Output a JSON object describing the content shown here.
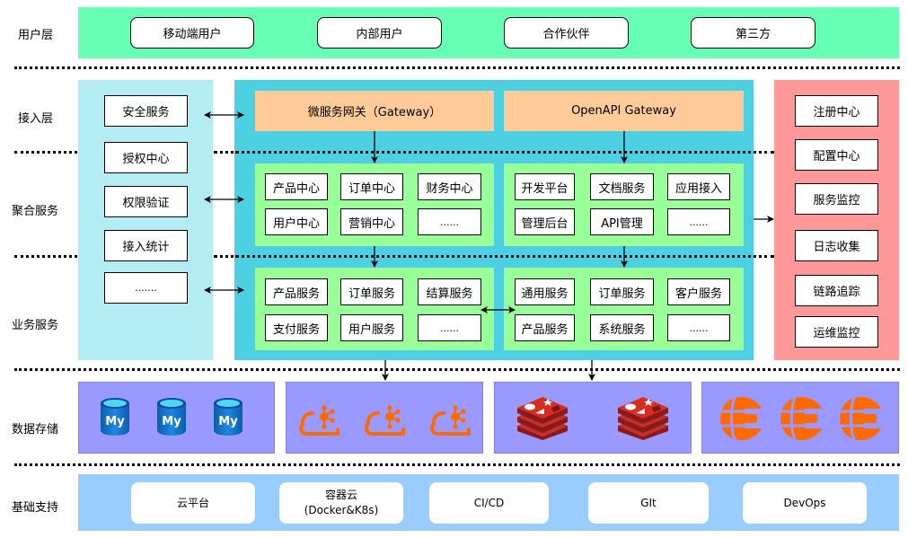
{
  "layers": {
    "user": "用户层",
    "access": "接入层",
    "aggregate": "聚合服务",
    "business": "业务服务",
    "storage": "数据存储",
    "infra": "基础支持"
  },
  "user_layer": {
    "items": [
      "移动端用户",
      "内部用户",
      "合作伙伴",
      "第三方"
    ]
  },
  "left_panel": {
    "items": [
      "安全服务",
      "授权中心",
      "权限验证",
      "接入统计",
      "......."
    ]
  },
  "gateways": {
    "micro": "微服务网关（Gateway）",
    "openapi": "OpenAPI Gateway"
  },
  "aggregate_left": {
    "items": [
      "产品中心",
      "订单中心",
      "财务中心",
      "用户中心",
      "营销中心",
      "......"
    ]
  },
  "aggregate_right": {
    "items": [
      "开发平台",
      "文档服务",
      "应用接入",
      "管理后台",
      "API管理",
      "......"
    ]
  },
  "business_left": {
    "items": [
      "产品服务",
      "订单服务",
      "结算服务",
      "支付服务",
      "用户服务",
      "......"
    ]
  },
  "business_right": {
    "items": [
      "通用服务",
      "订单服务",
      "客户服务",
      "产品服务",
      "系统服务",
      "......"
    ]
  },
  "right_panel": {
    "items": [
      "注册中心",
      "配置中心",
      "服务监控",
      "日志收集",
      "链路追踪",
      "运维监控"
    ]
  },
  "storage": {
    "groups": [
      {
        "icon": "mysql-database-icon",
        "count": 3,
        "label": "My"
      },
      {
        "icon": "cloud-cluster-icon",
        "count": 3
      },
      {
        "icon": "redis-icon",
        "count": 2
      },
      {
        "icon": "elasticsearch-icon",
        "count": 3
      }
    ]
  },
  "infra": {
    "items": [
      "云平台",
      "容器云",
      "(Docker&K8s)",
      "CI/CD",
      "GIt",
      "DevOps"
    ]
  },
  "colors": {
    "user_layer_bg": "#66ffb3",
    "left_panel_bg": "#b3ecf2",
    "center_bg": "#4dd0e1",
    "gateway_bg": "#ffcc99",
    "group_bg": "#99ff99",
    "right_panel_bg": "#ff9999",
    "storage_bg": "#9999ff",
    "infra_bg": "#99ccff",
    "accent_orange": "#ff6a00",
    "redis_red": "#c6302b"
  }
}
